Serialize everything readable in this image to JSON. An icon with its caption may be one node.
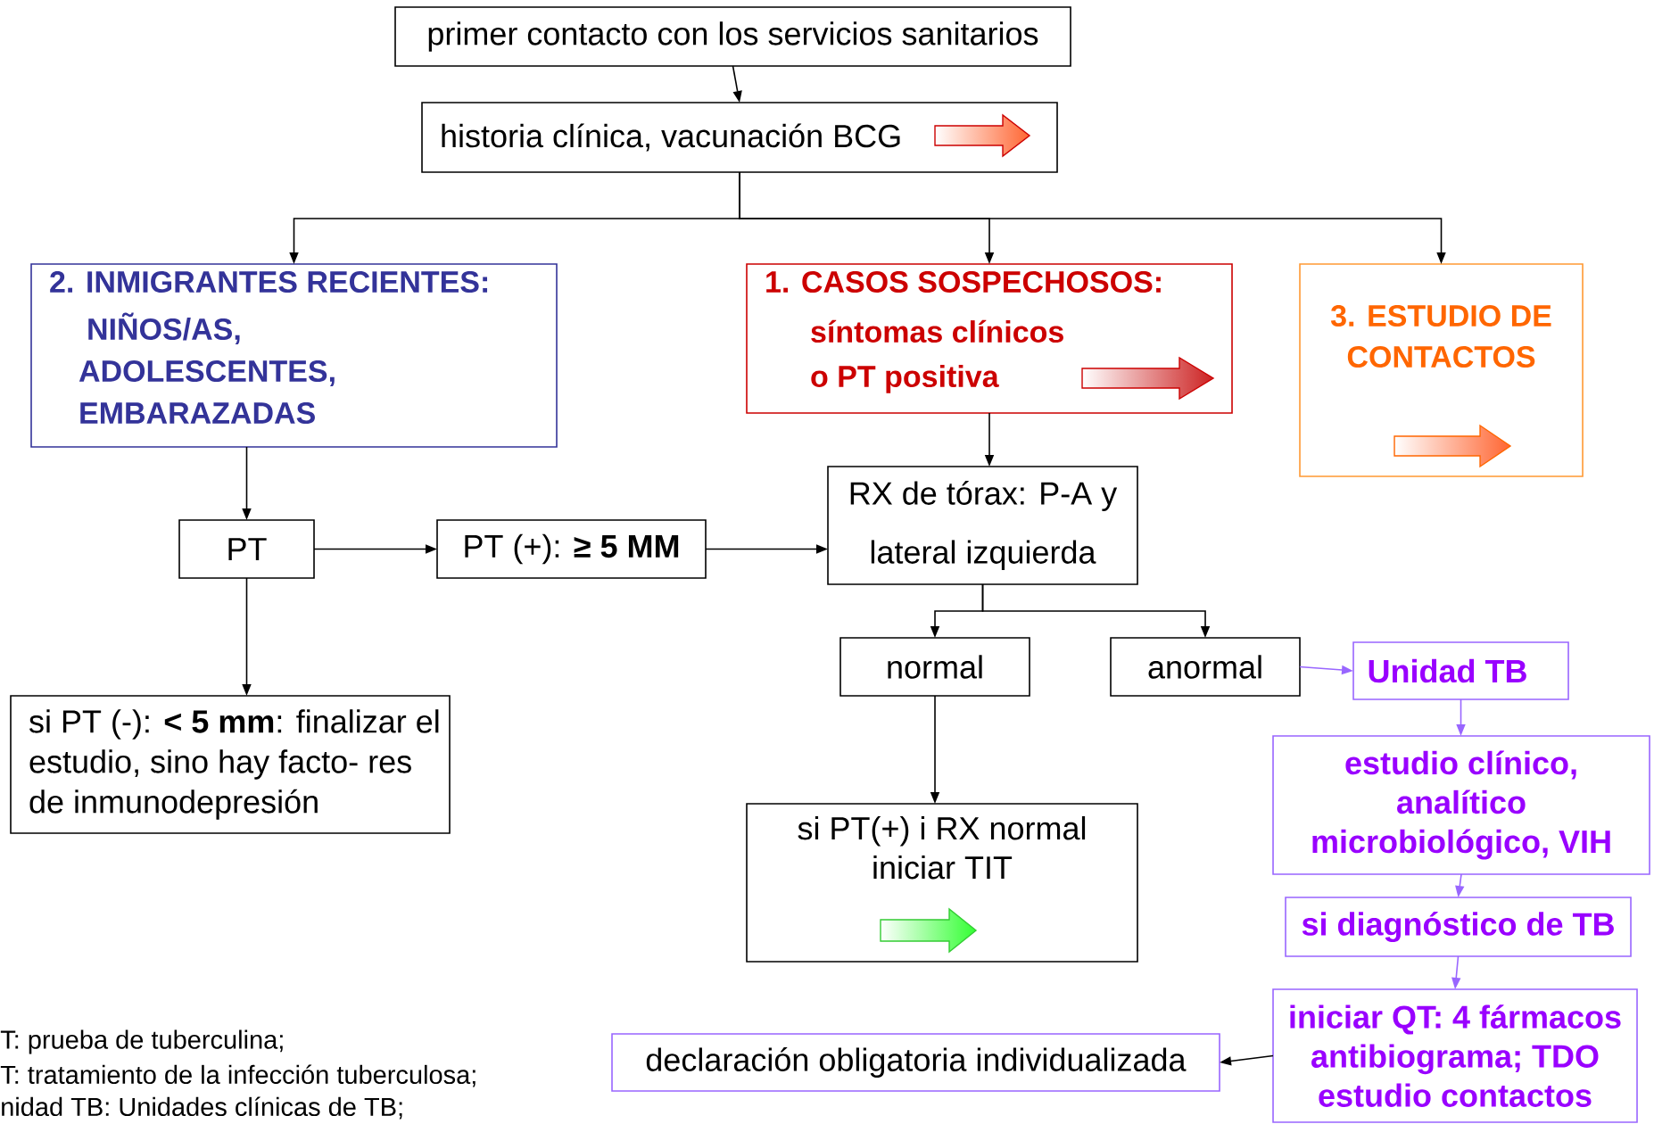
{
  "diagram": {
    "nodes": [
      {
        "text": [
          "primer contacto con los servicios sanitarios"
        ]
      },
      {
        "text": [
          "historia clínica, vacunación BCG"
        ]
      },
      {
        "text": [
          "2. INMIGRANTES RECIENTES:",
          "NIÑOS/AS, ADOLESCENTES, EMBARAZADAS"
        ]
      },
      {
        "text": [
          "1. CASOS SOSPECHOSOS:",
          "síntomas clínicos o PT positiva"
        ]
      },
      {
        "text": [
          "3. ESTUDIO DE CONTACTOS"
        ]
      },
      {
        "text": [
          "PT"
        ]
      },
      {
        "text": [
          "PT (+): **≥ 5 MM**"
        ]
      },
      {
        "text": [
          "RX de tórax: P-A y lateral izquierda"
        ]
      },
      {
        "text": [
          "si PT (-): **< 5 mm**: finalizar el estudio, sino hay facto- res de inmunodepresión"
        ]
      },
      {
        "text": [
          "normal"
        ]
      },
      {
        "text": [
          "anormal"
        ]
      },
      {
        "text": [
          "Unidad TB"
        ]
      },
      {
        "text": [
          "si PT(+) i RX normal iniciar TIT"
        ]
      },
      {
        "text": [
          "estudio clínico, analítico microbiológico, VIH"
        ]
      },
      {
        "text": [
          "si diagnóstico de TB"
        ]
      },
      {
        "text": [
          "iniciar QT: 4 fármacos antibiograma; TDO estudio contactos"
        ]
      },
      {
        "text": [
          "declaración obligatoria individualizada"
        ]
      }
    ],
    "edges": [
      {
        "from": 0,
        "to": 1,
        "arrow": "to"
      },
      {
        "from": 1,
        "to": 2,
        "arrow": "to"
      },
      {
        "from": 1,
        "to": 3,
        "arrow": "to"
      },
      {
        "from": 1,
        "to": 4,
        "arrow": "to"
      },
      {
        "from": 2,
        "to": 5,
        "arrow": "to"
      },
      {
        "from": 3,
        "to": 7,
        "arrow": "to"
      },
      {
        "from": 5,
        "to": 6,
        "arrow": "to"
      },
      {
        "from": 5,
        "to": 8,
        "arrow": "to"
      },
      {
        "from": 6,
        "to": 7,
        "arrow": "to"
      },
      {
        "from": 7,
        "to": 9,
        "arrow": "to"
      },
      {
        "from": 7,
        "to": 10,
        "arrow": "to"
      },
      {
        "from": 9,
        "to": 12,
        "arrow": "to"
      },
      {
        "from": 10,
        "to": 11,
        "arrow": "to",
        "color": "#9966ff"
      },
      {
        "from": 11,
        "to": 13,
        "arrow": "to",
        "color": "#9966ff"
      },
      {
        "from": 13,
        "to": 14,
        "arrow": "to",
        "color": "#9966ff"
      },
      {
        "from": 14,
        "to": 15,
        "arrow": "to",
        "color": "#9966ff"
      },
      {
        "from": 15,
        "to": 16,
        "arrow": "to"
      }
    ],
    "labels": [
      "T: prueba de tuberculina;",
      "T: tratamiento de la infección tuberculosa;",
      "nidad TB: Unidades clínicas de TB;"
    ]
  }
}
